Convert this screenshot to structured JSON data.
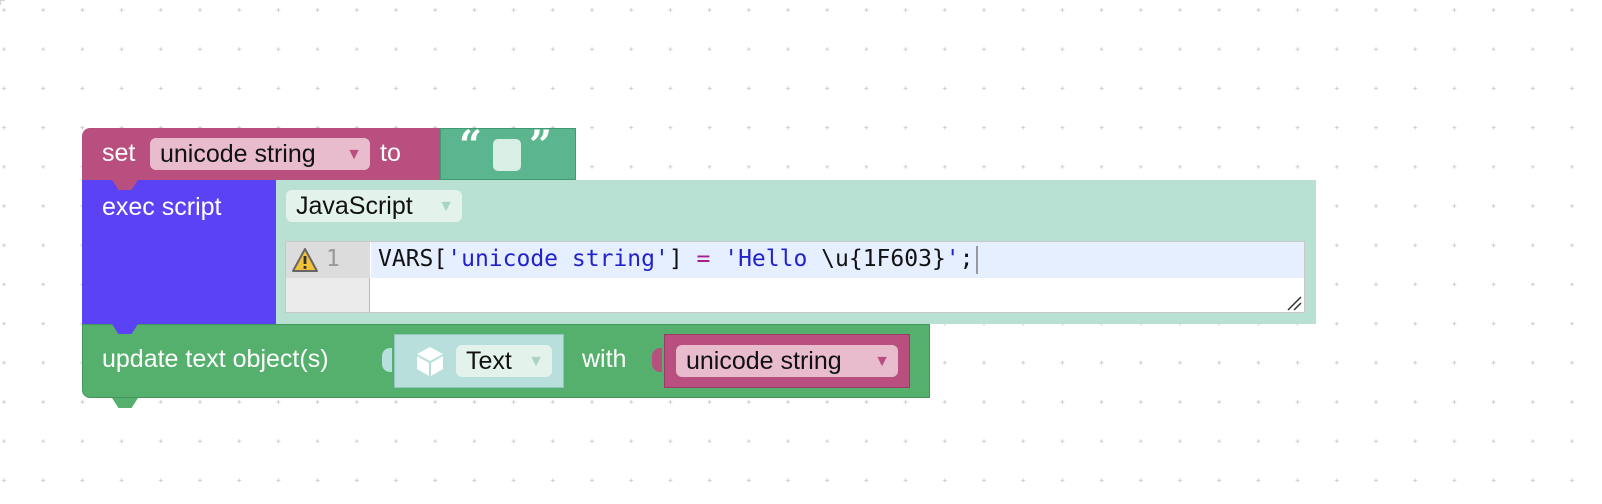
{
  "set_block": {
    "keyword": "set",
    "variable": "unicode string",
    "to_label": "to",
    "open_quote": "“",
    "close_quote": "”",
    "text_value": ""
  },
  "exec_block": {
    "label": "exec script",
    "language": "JavaScript",
    "editor": {
      "line_number": "1",
      "code_tokens": [
        {
          "text": "VARS[",
          "color": "#111111"
        },
        {
          "text": "'unicode string'",
          "color": "#2222cc"
        },
        {
          "text": "] ",
          "color": "#111111"
        },
        {
          "text": "=",
          "color": "#a0208c"
        },
        {
          "text": " ",
          "color": "#111111"
        },
        {
          "text": "'Hello ",
          "color": "#2222cc"
        },
        {
          "text": "\\u{1F603}",
          "color": "#111111"
        },
        {
          "text": "'",
          "color": "#2222cc"
        },
        {
          "text": ";",
          "color": "#111111"
        }
      ]
    }
  },
  "update_block": {
    "label": "update text object(s)",
    "object_type": "Text",
    "with_label": "with",
    "variable": "unicode string"
  },
  "colors": {
    "variable_block": "#b84f7e",
    "text_block": "#5bb58e",
    "script_block": "#5b43f5",
    "script_panel": "#b9e1d3",
    "update_block": "#56b06d",
    "object_block": "#b8dfdc"
  },
  "icons": [
    "chevron-down-icon",
    "warning-icon",
    "cube-icon",
    "resize-handle-icon"
  ]
}
